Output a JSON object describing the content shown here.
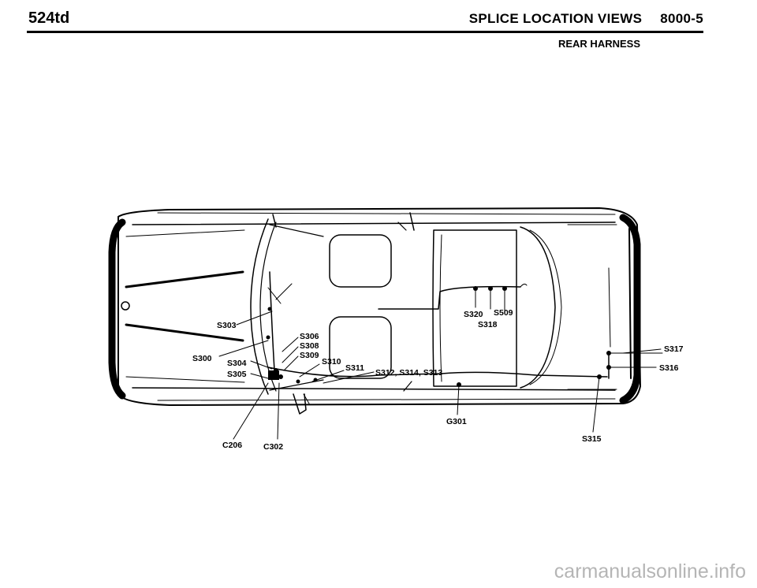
{
  "header": {
    "model": "524td",
    "section_title": "SPLICE LOCATION VIEWS",
    "page_number": "8000-5",
    "subtitle": "REAR HARNESS"
  },
  "labels": {
    "s303": "S303",
    "s300": "S300",
    "s304": "S304",
    "s305": "S305",
    "s306": "S306",
    "s308": "S308",
    "s309": "S309",
    "s310": "S310",
    "s311": "S311",
    "s312": "S312, S314, S313",
    "s320": "S320",
    "s509": "S509",
    "s318": "S318",
    "s317": "S317",
    "s316": "S316",
    "s315": "S315",
    "g301": "G301",
    "c206": "C206",
    "c302": "C302"
  },
  "watermark": "carmanualsonline.info"
}
